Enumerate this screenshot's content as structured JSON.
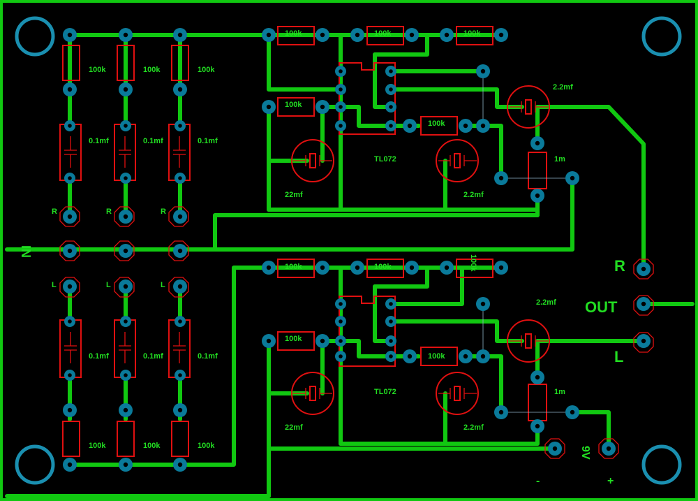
{
  "board": {
    "title": "Stereo mixer PCB layout",
    "colors": {
      "background": "#000000",
      "copper": "#11c811",
      "silkscreen": "#e01010",
      "pad": "#0a7a9a",
      "label": "#22dd22",
      "hole": "#1a8fb0"
    }
  },
  "input": {
    "label": "IN",
    "right_channel_label": "R",
    "left_channel_label": "L"
  },
  "output": {
    "label": "OUT",
    "right_label": "R",
    "left_label": "L"
  },
  "power": {
    "voltage_label": "9V",
    "minus_label": "-",
    "plus_label": "+"
  },
  "components": {
    "resistor_100k": "100k",
    "resistor_1m": "1m",
    "cap_input": "0.1mf",
    "cap_22": "22mf",
    "cap_2_2": "2.2mf",
    "opamp": "TL072"
  }
}
